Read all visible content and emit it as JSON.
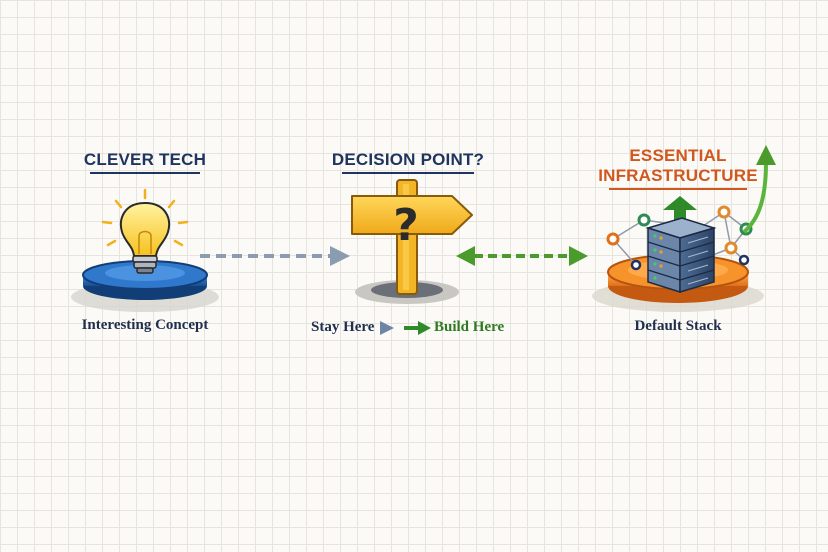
{
  "nodes": {
    "clever_tech": {
      "title": "CLEVER TECH",
      "caption": "Interesting Concept",
      "title_color": "#1f3560"
    },
    "decision_point": {
      "title": "DECISION POINT?",
      "options": {
        "stay": "Stay Here",
        "build": "Build Here"
      },
      "title_color": "#1f3560"
    },
    "essential_infra": {
      "title_line1": "ESSENTIAL",
      "title_line2": "INFRASTRUCTURE",
      "caption": "Default Stack",
      "title_color": "#d0581e"
    }
  },
  "colors": {
    "navy": "#1f3560",
    "blue_platform": "#1e5fb0",
    "orange": "#f08a1e",
    "green": "#4b9a2c",
    "grey_arrow": "#8b9bb0",
    "yellow_sign": "#f6c02c"
  },
  "icons": [
    "lightbulb-icon",
    "signpost-icon",
    "server-stack-icon",
    "question-mark-icon",
    "growth-arrow-icon",
    "network-nodes-icon"
  ]
}
